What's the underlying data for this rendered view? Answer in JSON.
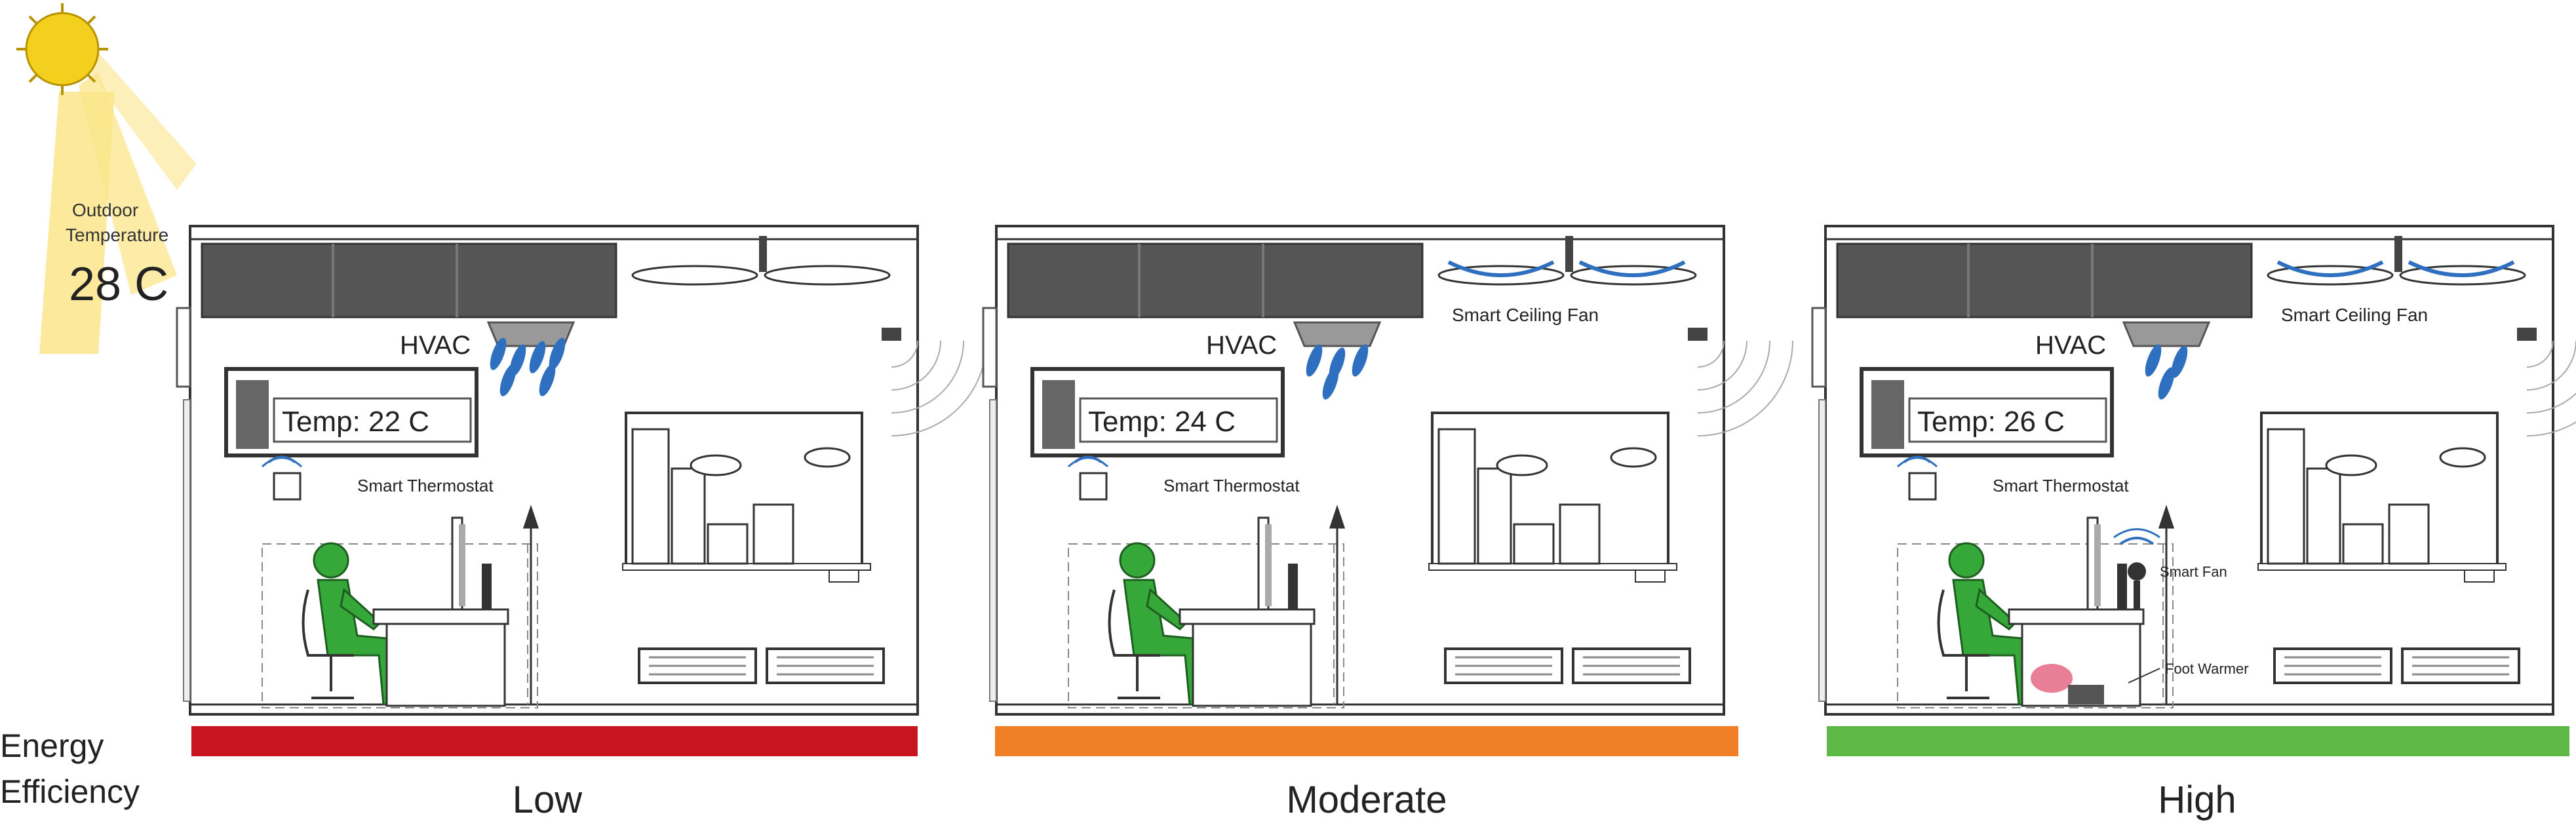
{
  "outdoor": {
    "label_line1": "Outdoor",
    "label_line2": "Temperature",
    "value": "28 C"
  },
  "energy_label": {
    "line1": "Energy",
    "line2": "Efficiency"
  },
  "labels": {
    "hvac": "HVAC",
    "smart_thermostat": "Smart Thermostat",
    "smart_ceiling_fan": "Smart Ceiling Fan",
    "smart_fan": "Smart Fan",
    "foot_warmer": "Foot Warmer"
  },
  "rooms": [
    {
      "temp": "Temp: 22 C",
      "efficiency": "Low"
    },
    {
      "temp": "Temp: 24 C",
      "efficiency": "Moderate"
    },
    {
      "temp": "Temp: 26 C",
      "efficiency": "High"
    }
  ],
  "colors": {
    "low": "#c8141f",
    "moderate": "#f07f26",
    "high": "#5db845",
    "person": "#36a83a",
    "air": "#2f6fc0",
    "sun": "#f3cf1e",
    "sun_ray": "#fbe58a",
    "hvac_unit": "#555555",
    "warmer": "#e0486a"
  }
}
